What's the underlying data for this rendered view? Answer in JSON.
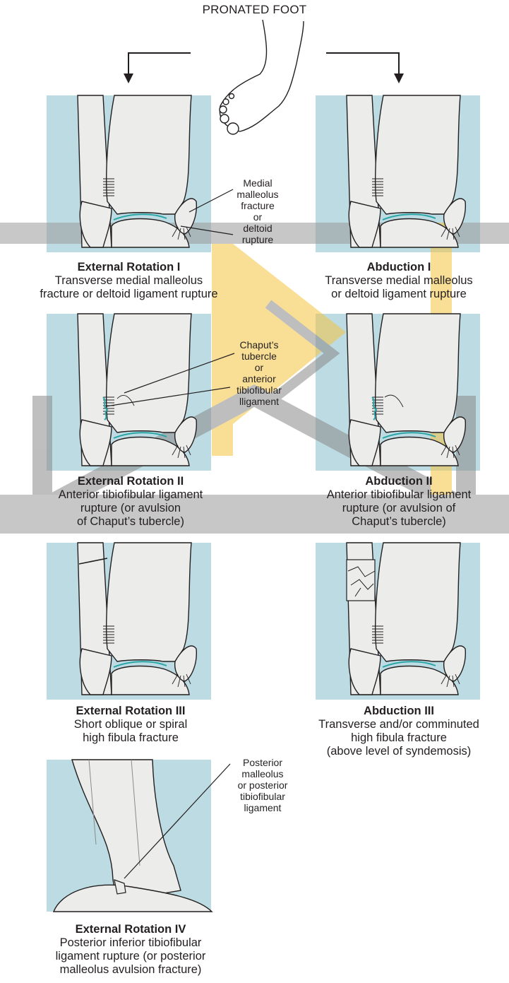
{
  "header": {
    "title": "PRONATED FOOT"
  },
  "panels": {
    "er1": {
      "name": "External Rotation I",
      "desc": [
        "Transverse medial malleolus",
        "fracture or deltoid ligament rupture"
      ]
    },
    "ab1": {
      "name": "Abduction I",
      "desc": [
        "Transverse medial malleolus",
        "or deltoid ligament rupture"
      ]
    },
    "er2": {
      "name": "External Rotation II",
      "desc": [
        "Anterior tibiofibular ligament",
        "rupture (or avulsion",
        "of Chaput’s tubercle)"
      ]
    },
    "ab2": {
      "name": "Abduction II",
      "desc": [
        "Anterior tibiofibular ligament",
        "rupture (or avulsion of",
        "Chaput’s tubercle)"
      ]
    },
    "er3": {
      "name": "External Rotation III",
      "desc": [
        "Short oblique or spiral",
        "high fibula fracture"
      ]
    },
    "ab3": {
      "name": "Abduction III",
      "desc": [
        "Transverse and/or comminuted",
        "high fibula fracture",
        "(above level of syndemosis)"
      ]
    },
    "er4": {
      "name": "External Rotation IV",
      "desc": [
        "Posterior inferior tibiofibular",
        "ligament rupture (or posterior",
        "malleolus avulsion fracture)"
      ]
    }
  },
  "callouts": {
    "medial": [
      "Medial",
      "malleolus",
      "fracture",
      "or",
      "deltoid",
      "rupture"
    ],
    "chaput": [
      "Chaput’s",
      "tubercle",
      "or",
      "anterior",
      "tibiofibular",
      "lligament"
    ],
    "posterior": [
      "Posterior",
      "malleolus",
      "or posterior",
      "tibiofibular",
      "ligament"
    ]
  },
  "colors": {
    "panel_bg": "#bcdbe3",
    "bone_fill": "#ececeb",
    "ligament": "#2ba6a6",
    "watermark_yellow": "#f5c542",
    "watermark_gray": "#8a8a8a",
    "ink": "#231f20"
  }
}
